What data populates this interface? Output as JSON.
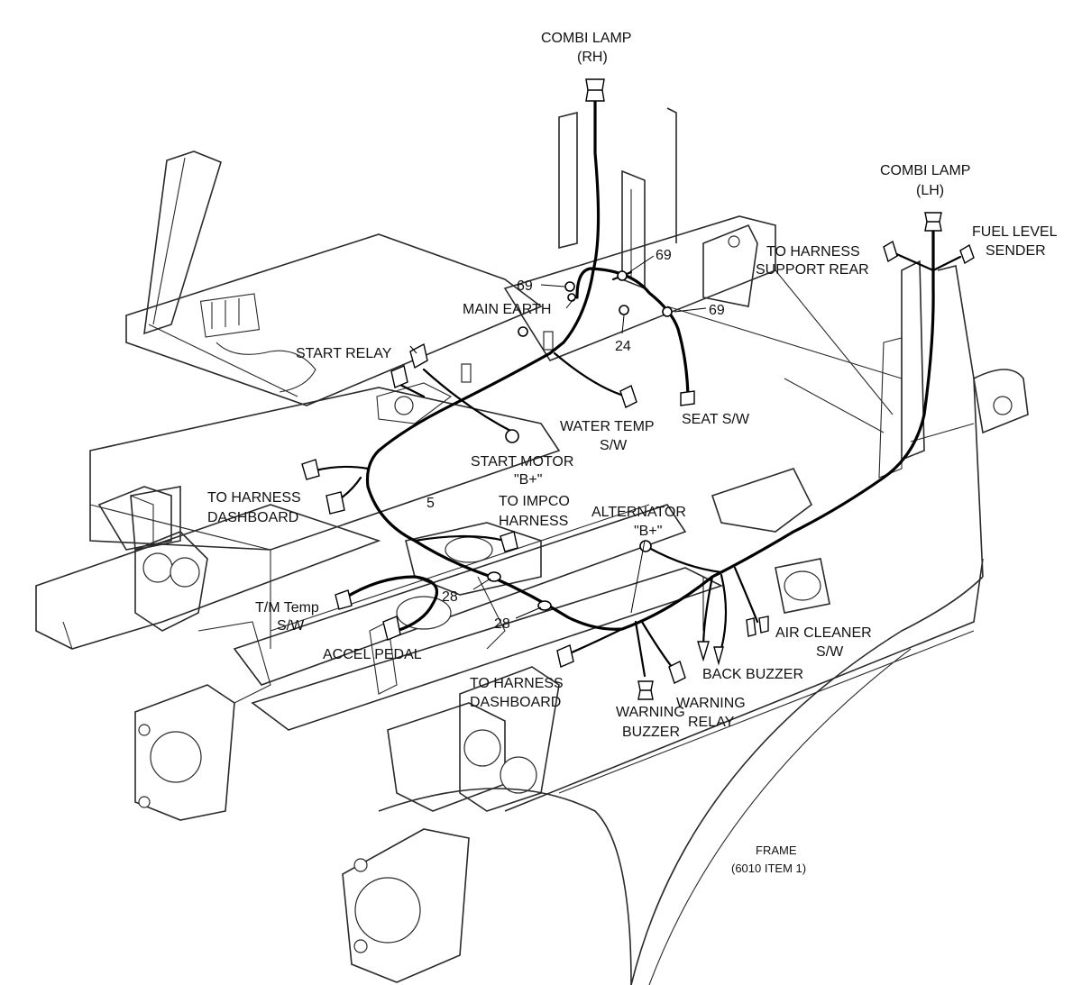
{
  "labels": {
    "combi_lamp_rh_1": "COMBI LAMP",
    "combi_lamp_rh_2": "(RH)",
    "combi_lamp_lh_1": "COMBI LAMP",
    "combi_lamp_lh_2": "(LH)",
    "fuel_level_1": "FUEL LEVEL",
    "fuel_level_2": "SENDER",
    "harness_support_rear_1": "TO HARNESS",
    "harness_support_rear_2": "SUPPORT REAR",
    "main_earth": "MAIN EARTH",
    "start_relay": "START RELAY",
    "water_temp_1": "WATER TEMP",
    "water_temp_2": "S/W",
    "seat_sw": "SEAT S/W",
    "start_motor_1": "START MOTOR",
    "start_motor_2": "\"B+\"",
    "harness_dashboard_a_1": "TO HARNESS",
    "harness_dashboard_a_2": "DASHBOARD",
    "impco_1": "TO IMPCO",
    "impco_2": "HARNESS",
    "alternator_1": "ALTERNATOR",
    "alternator_2": "\"B+\"",
    "tm_temp_1": "T/M Temp",
    "tm_temp_2": "S/W",
    "accel_pedal": "ACCEL PEDAL",
    "air_cleaner_1": "AIR CLEANER",
    "air_cleaner_2": "S/W",
    "back_buzzer": "BACK BUZZER",
    "harness_dashboard_b_1": "TO HARNESS",
    "harness_dashboard_b_2": "DASHBOARD",
    "warning_buzzer_1": "WARNING",
    "warning_buzzer_2": "BUZZER",
    "warning_relay_1": "WARNING",
    "warning_relay_2": "RELAY",
    "frame_1": "FRAME",
    "frame_2": "(6010 ITEM  1)"
  },
  "callouts": {
    "c69_left": "69",
    "c69_top": "69",
    "c69_right": "69",
    "c24": "24",
    "c5": "5",
    "c28_upper": "28",
    "c28_lower": "28"
  },
  "colors": {
    "line": "#2a2a2a",
    "wire": "#000000",
    "background": "#ffffff"
  }
}
